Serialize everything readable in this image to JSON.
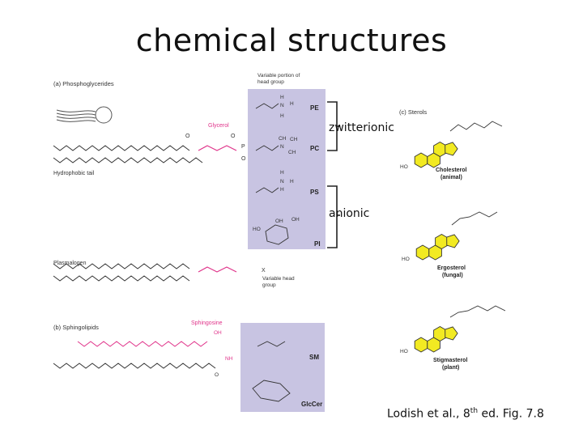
{
  "title": "chemical structures",
  "citation": {
    "prefix": "Lodish et al., 8",
    "superscript": "th",
    "suffix": " ed. Fig. 7.8"
  },
  "panel_a": {
    "label": "(a) Phosphoglycerides",
    "variable_head_label": [
      "Variable portion of",
      "head group"
    ],
    "glycerol": "Glycerol",
    "hydrophobic_tail": "Hydrophobic tail",
    "head_groups": [
      "PE",
      "PC",
      "PS",
      "PI"
    ],
    "group_labels": {
      "zwitterionic": "zwitterionic",
      "anionic": "anionic"
    },
    "plasmalogen": "Plasmalogen",
    "variable_head_group": [
      "Variable head",
      "group"
    ],
    "x_label": "X"
  },
  "panel_b": {
    "label": "(b) Sphingolipids",
    "sphingosine": "Sphingosine",
    "head_groups": [
      "SM",
      "GlcCer"
    ]
  },
  "panel_c": {
    "label": "(c) Sterols",
    "sterols": [
      {
        "name": "Cholesterol",
        "source": "(animal)"
      },
      {
        "name": "Ergosterol",
        "source": "(fungal)"
      },
      {
        "name": "Stigmasterol",
        "source": "(plant)"
      }
    ]
  },
  "colors": {
    "head_panel": "#c8c4e2",
    "glycerol_pink": "#e0338a",
    "steroid_yellow": "#f2ea22",
    "bracket": "#222222"
  }
}
